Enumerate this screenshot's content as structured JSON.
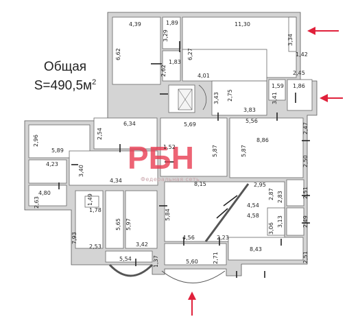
{
  "area_label": {
    "line1": "Общая",
    "line2": "S=490,5м",
    "sup": "2"
  },
  "watermark": {
    "logo": "РБН",
    "subtitle": "Федеральная сеть"
  },
  "rooms": {
    "r439": "4,39",
    "r189": "1,89",
    "r1130": "11,30",
    "r334": "3,34",
    "r142": "1,42",
    "r329": "3,29",
    "r662": "6,62",
    "r627": "6,27",
    "r183": "1,83",
    "r262": "2,62",
    "r401": "4,01",
    "r245": "2,45",
    "r159": "1,59",
    "r186": "1,86",
    "r343": "3,43",
    "r275": "2,75",
    "r341": "3,41",
    "r383": "3,83",
    "r556": "5,56",
    "r569": "5,69",
    "r634": "6,34",
    "r254": "2,54",
    "r247": "2,47",
    "r296": "2,96",
    "r589": "5,89",
    "r886": "8,86",
    "r152": "1,52",
    "r587a": "5,87",
    "r587b": "5,87",
    "r250": "2,50",
    "r423": "4,23",
    "r340": "3,40",
    "r434": "4,34",
    "r815": "8,15",
    "r295": "2,95",
    "r287": "2,87",
    "r283": "2,83",
    "r251a": "2,51",
    "r480": "4,80",
    "r149": "1,49",
    "r454": "4,54",
    "r263": "2,63",
    "r178": "1,78",
    "r458": "4,58",
    "r313": "3,13",
    "r306": "3,06",
    "r249": "2,49",
    "r565": "5,65",
    "r597": "5,97",
    "r584": "5,84",
    "r793": "7,93",
    "r456": "4,56",
    "r223": "2,23",
    "r843": "8,43",
    "r253": "2,53",
    "r342": "3,42",
    "r251b": "2,51",
    "r554": "5,54",
    "r137": "1,37",
    "r560": "5,60",
    "r271": "2,71"
  },
  "colors": {
    "arrow": "#e0203a",
    "wall": "#d4d4d4",
    "watermark": "#e8394f"
  },
  "icons": [
    "entrance-arrow-top-right",
    "entrance-arrow-right",
    "entrance-arrow-bottom"
  ]
}
